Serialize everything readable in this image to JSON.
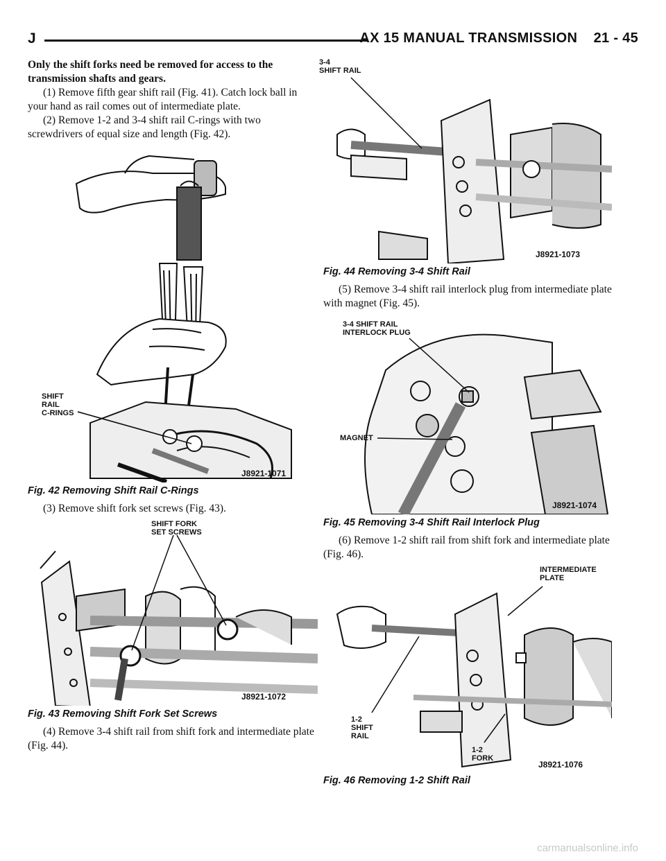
{
  "header": {
    "letter": "J",
    "title": "AX 15 MANUAL TRANSMISSION",
    "page": "21 - 45"
  },
  "left": {
    "intro": "Only the shift forks need be removed for access to the transmission shafts and gears.",
    "step1": "(1) Remove fifth gear shift rail (Fig. 41). Catch lock ball in your hand as rail comes out of intermediate plate.",
    "step2": "(2) Remove 1-2 and 3-4 shift rail C-rings with two screwdrivers of equal size and length (Fig. 42).",
    "fig42": {
      "label_line1": "SHIFT",
      "label_line2": "RAIL",
      "label_line3": "C-RINGS",
      "code": "J8921-1071",
      "caption": "Fig. 42 Removing Shift Rail C-Rings"
    },
    "step3": "(3) Remove shift fork set screws (Fig. 43).",
    "fig43": {
      "label_line1": "SHIFT FORK",
      "label_line2": "SET SCREWS",
      "code": "J8921-1072",
      "caption": "Fig. 43 Removing Shift Fork Set Screws"
    },
    "step4": "(4) Remove 3-4 shift rail from shift fork and intermediate plate (Fig. 44)."
  },
  "right": {
    "fig44": {
      "label_line1": "3-4",
      "label_line2": "SHIFT RAIL",
      "code": "J8921-1073",
      "caption": "Fig. 44 Removing 3-4 Shift Rail"
    },
    "step5": "(5) Remove 3-4 shift rail interlock plug from intermediate plate with magnet (Fig. 45).",
    "fig45": {
      "label_line1": "3-4 SHIFT RAIL",
      "label_line2": "INTERLOCK PLUG",
      "label_magnet": "MAGNET",
      "code": "J8921-1074",
      "caption": "Fig. 45 Removing 3-4 Shift Rail Interlock Plug"
    },
    "step6": "(6) Remove 1-2 shift rail from shift fork and intermediate plate (Fig. 46).",
    "fig46": {
      "label_plate1": "INTERMEDIATE",
      "label_plate2": "PLATE",
      "label_rail1": "1-2",
      "label_rail2": "SHIFT",
      "label_rail3": "RAIL",
      "label_fork1": "1-2",
      "label_fork2": "FORK",
      "code": "J8921-1076",
      "caption": "Fig. 46 Removing 1-2 Shift Rail"
    }
  },
  "watermark": "carmanualsonline.info"
}
